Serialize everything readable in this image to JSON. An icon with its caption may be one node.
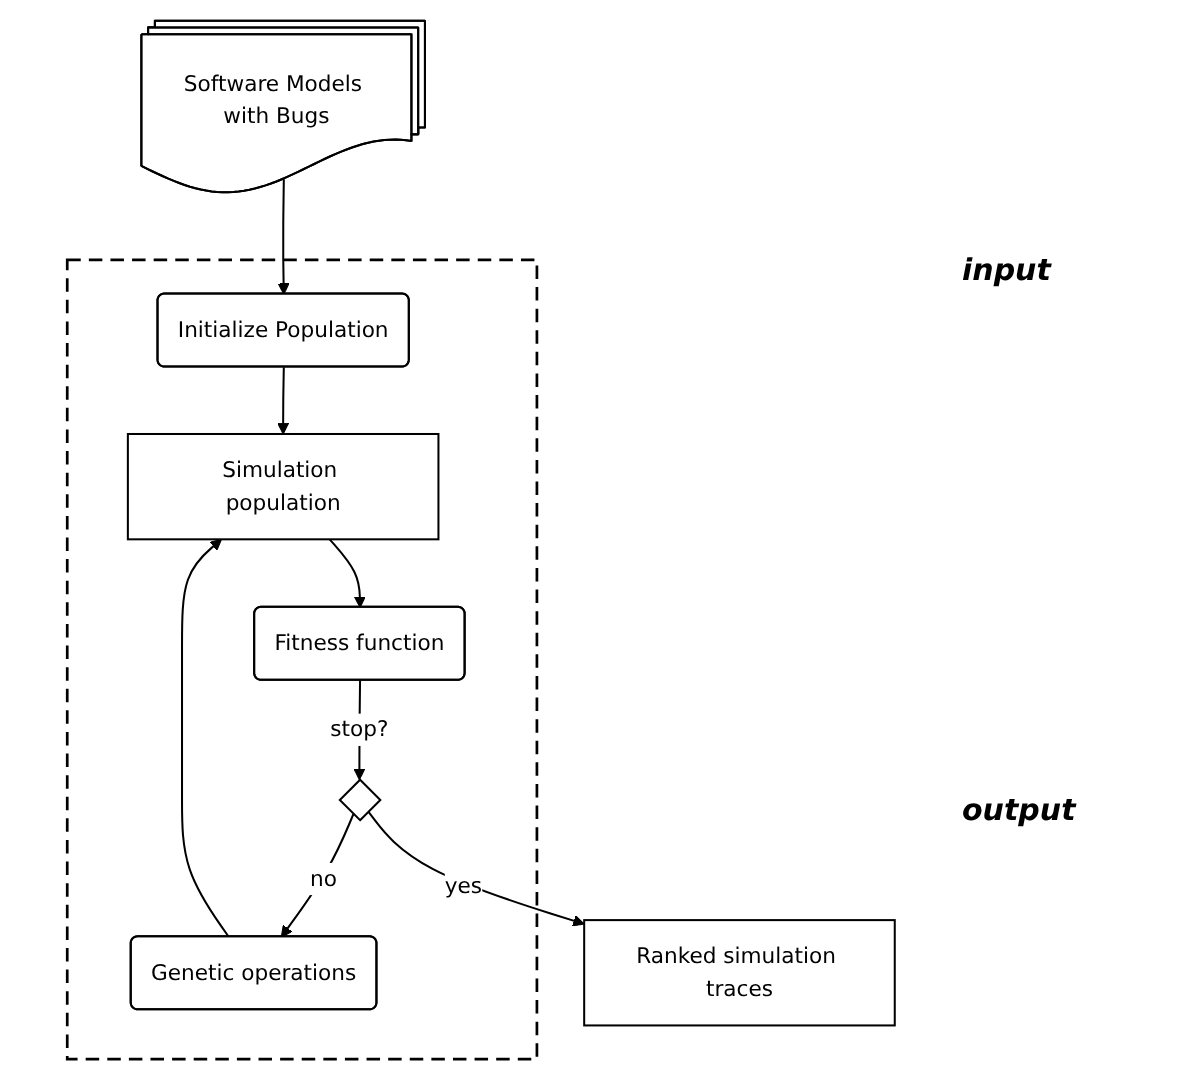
{
  "diagram": {
    "nodes": [
      {
        "text": [
          "Software Models with Bugs"
        ]
      },
      {
        "text": [],
        "shape": "box"
      },
      {
        "text": [
          "Initialize Population"
        ],
        "in": 1
      },
      {
        "text": [
          "Simulation population"
        ],
        "in": 1
      },
      {
        "text": [
          "Fitness function"
        ],
        "in": 1
      },
      {
        "text": [
          "Genetic operations"
        ],
        "in": 1
      },
      {
        "text": [],
        "shape": "diamond",
        "in": 1
      },
      {
        "text": [
          "Ranked simulation traces"
        ]
      }
    ],
    "edges": [
      {
        "from": 0,
        "to": 2,
        "arrow": "to"
      },
      {
        "from": 2,
        "to": 3,
        "arrow": "to"
      },
      {
        "from": 3,
        "to": 4,
        "arrow": "to"
      },
      {
        "from": 4,
        "to": 6,
        "arrow": "to",
        "label": "stop?"
      },
      {
        "from": 6,
        "to": 5,
        "arrow": "to",
        "label": "no"
      },
      {
        "from": 5,
        "to": 3,
        "arrow": "to"
      },
      {
        "from": 6,
        "to": 7,
        "arrow": "to",
        "label": "yes"
      }
    ],
    "labels": [
      "input",
      "output"
    ]
  }
}
